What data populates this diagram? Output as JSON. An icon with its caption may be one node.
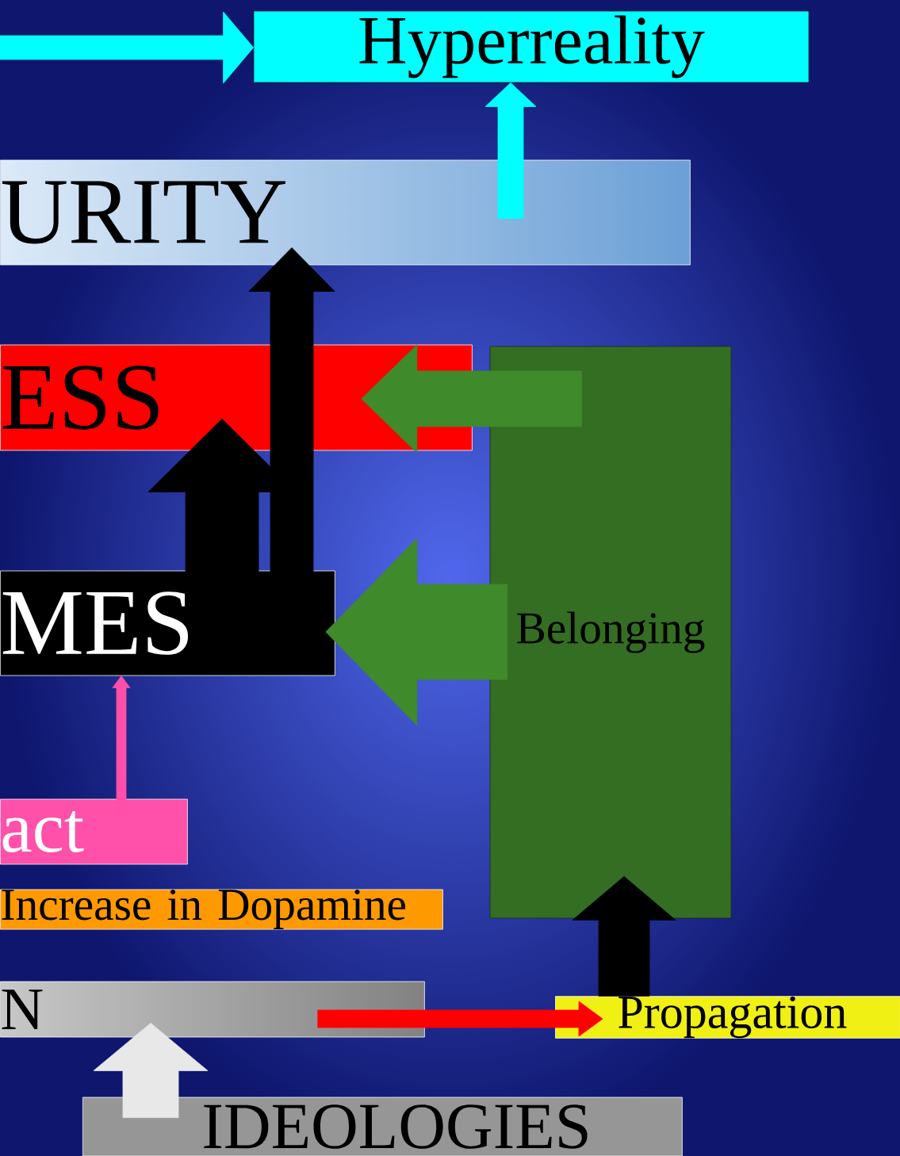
{
  "diagram": {
    "nodes": [
      {
        "text": [
          "Hyperreality"
        ]
      },
      {
        "text": [
          "URITY"
        ]
      },
      {
        "text": [
          "ESS"
        ]
      },
      {
        "text": [
          "Belonging"
        ]
      },
      {
        "text": [
          "MES"
        ]
      },
      {
        "text": [
          "act"
        ]
      },
      {
        "text": [
          "Increase in Dopamine"
        ]
      },
      {
        "text": [
          "N"
        ]
      },
      {
        "text": [
          "Propagation"
        ]
      },
      {
        "text": [
          "IDEOLOGIES"
        ]
      }
    ],
    "edges": [
      {
        "from": null,
        "to": 0,
        "arrow": "to",
        "color": "#00ffff"
      },
      {
        "from": 1,
        "to": 0,
        "arrow": "to",
        "color": "#00ffff"
      },
      {
        "from": 4,
        "to": 1,
        "arrow": "to"
      },
      {
        "from": 4,
        "to": 2,
        "arrow": "to"
      },
      {
        "from": 3,
        "to": 2,
        "arrow": "to",
        "color": "#3f8a2a"
      },
      {
        "from": 3,
        "to": 4,
        "arrow": "to",
        "style": "thick",
        "color": "#3f8a2a"
      },
      {
        "from": 5,
        "to": 4,
        "arrow": "to",
        "color": "#ff4fa8"
      },
      {
        "from": 7,
        "to": 8,
        "arrow": "to",
        "color": "#ff0000"
      },
      {
        "from": 8,
        "to": 3,
        "arrow": "to"
      },
      {
        "from": 9,
        "to": 7,
        "arrow": "to",
        "color": "#e8e8e8"
      }
    ]
  }
}
